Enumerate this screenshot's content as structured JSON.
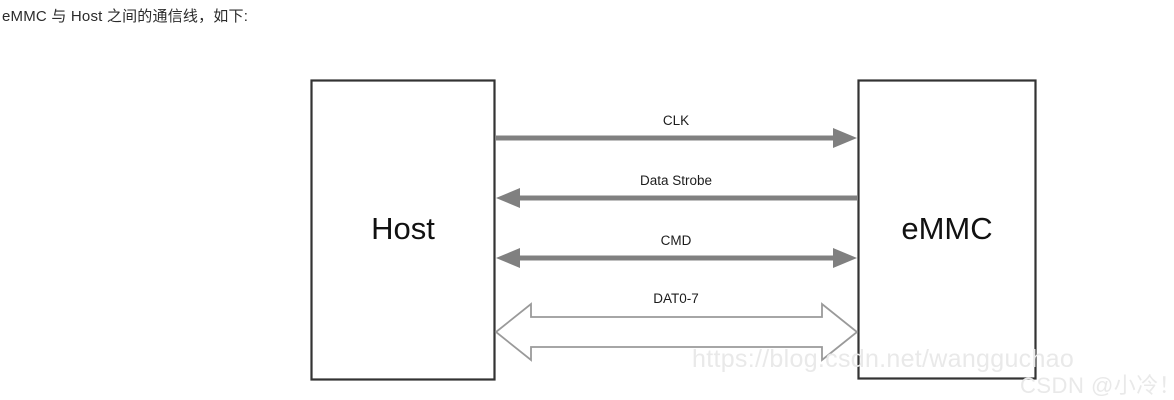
{
  "caption": "eMMC 与 Host 之间的通信线，如下:",
  "diagram": {
    "type": "block-diagram",
    "nodes": [
      {
        "id": "host",
        "label": "Host"
      },
      {
        "id": "emmc",
        "label": "eMMC"
      }
    ],
    "signals": [
      {
        "label": "CLK",
        "from": "host",
        "to": "emmc",
        "direction": "host-to-emmc",
        "style": "solid-gray"
      },
      {
        "label": "Data Strobe",
        "from": "emmc",
        "to": "host",
        "direction": "emmc-to-host",
        "style": "solid-gray"
      },
      {
        "label": "CMD",
        "from": "host",
        "to": "emmc",
        "direction": "bidirectional",
        "style": "solid-gray"
      },
      {
        "label": "DAT0-7",
        "from": "host",
        "to": "emmc",
        "direction": "bidirectional",
        "style": "hollow-block"
      }
    ]
  },
  "watermarks": {
    "url": "https://blog.csdn.net/wangguchao",
    "author": "CSDN @小冷！"
  },
  "colors": {
    "background": "#ffffff",
    "box_border": "#333333",
    "box_fill": "#ffffff",
    "arrow_gray": "#808080",
    "hollow_outline": "#9a9a9a",
    "hollow_fill": "#ffffff",
    "text": "#1a1a1a",
    "watermark": "#e9e9e9"
  }
}
